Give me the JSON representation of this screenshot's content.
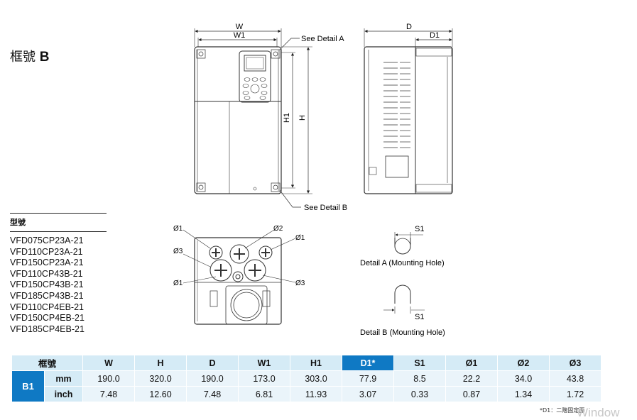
{
  "frame_title": {
    "prefix": "框號",
    "code": "B"
  },
  "models_header": "型號",
  "models": [
    "VFD075CP23A-21",
    "VFD110CP23A-21",
    "VFD150CP23A-21",
    "VFD110CP43B-21",
    "VFD150CP43B-21",
    "VFD185CP43B-21",
    "VFD110CP4EB-21",
    "VFD150CP4EB-21",
    "VFD185CP4EB-21"
  ],
  "front_view": {
    "dim_w": "W",
    "dim_w1": "W1",
    "dim_h": "H",
    "dim_h1": "H1",
    "detail_a_callout": "See Detail A",
    "detail_b_callout": "See Detail B"
  },
  "side_view": {
    "dim_d": "D",
    "dim_d1": "D1"
  },
  "bottom_view": {
    "phi1": "Ø1",
    "phi2": "Ø2",
    "phi3": "Ø3"
  },
  "detail_a": {
    "label": "Detail A (Mounting Hole)",
    "dim": "S1"
  },
  "detail_b": {
    "label": "Detail B (Mounting Hole)",
    "dim": "S1"
  },
  "table": {
    "header_frame": "框號",
    "columns": [
      "W",
      "H",
      "D",
      "W1",
      "H1",
      "D1*",
      "S1",
      "Ø1",
      "Ø2",
      "Ø3"
    ],
    "frame": "B1",
    "rows": [
      {
        "unit": "mm",
        "values": [
          "190.0",
          "320.0",
          "190.0",
          "173.0",
          "303.0",
          "77.9",
          "8.5",
          "22.2",
          "34.0",
          "43.8"
        ]
      },
      {
        "unit": "inch",
        "values": [
          "7.48",
          "12.60",
          "7.48",
          "6.81",
          "11.93",
          "3.07",
          "0.33",
          "0.87",
          "1.34",
          "1.72"
        ]
      }
    ]
  },
  "footnote": "*D1：二階固定面",
  "watermark": "Window",
  "colors": {
    "header_bg": "#d5ebf6",
    "accent_blue": "#0f79c4",
    "cell_bg": "#eaf4fa"
  }
}
